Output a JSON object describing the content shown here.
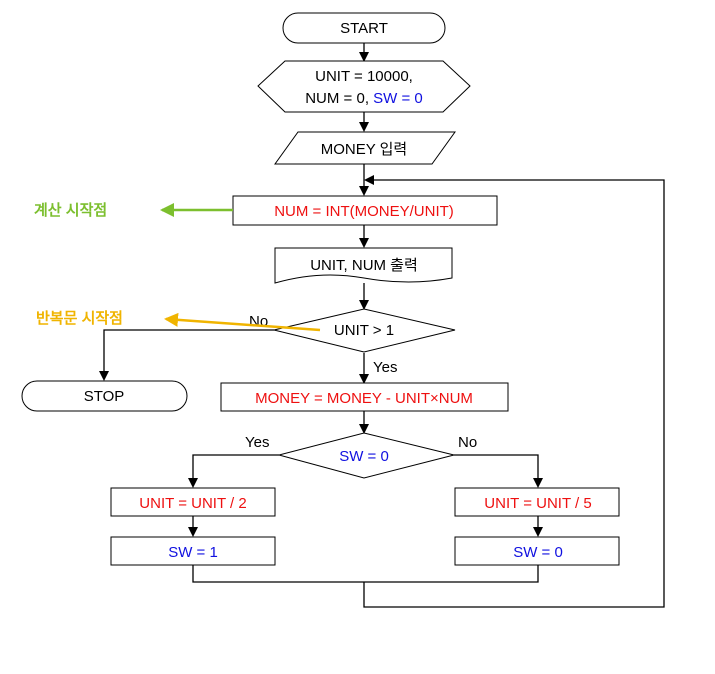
{
  "nodes": {
    "start": "START",
    "init_part1": "UNIT = 10000,",
    "init_part2": "NUM = 0,",
    "init_sw": "SW = 0",
    "input": "MONEY 입력",
    "num_calc": "NUM = INT(MONEY/UNIT)",
    "output": "UNIT, NUM 출력",
    "cond_unit": "UNIT > 1",
    "stop": "STOP",
    "money_calc": "MONEY = MONEY - UNIT×NUM",
    "cond_sw": "SW = 0",
    "unit_div2": "UNIT = UNIT / 2",
    "sw_set1": "SW = 1",
    "unit_div5": "UNIT = UNIT / 5",
    "sw_set0": "SW = 0"
  },
  "edge_labels": {
    "no_unit": "No",
    "yes_unit": "Yes",
    "yes_sw": "Yes",
    "no_sw": "No"
  },
  "annotations": {
    "calc_start": "계산 시작점",
    "loop_start": "반복문 시작점"
  },
  "colors": {
    "line": "#000000",
    "blue_text": "#1010e0",
    "red_text": "#ee1010",
    "green_note": "#7cbf2e",
    "yellow_note": "#f0b400"
  }
}
